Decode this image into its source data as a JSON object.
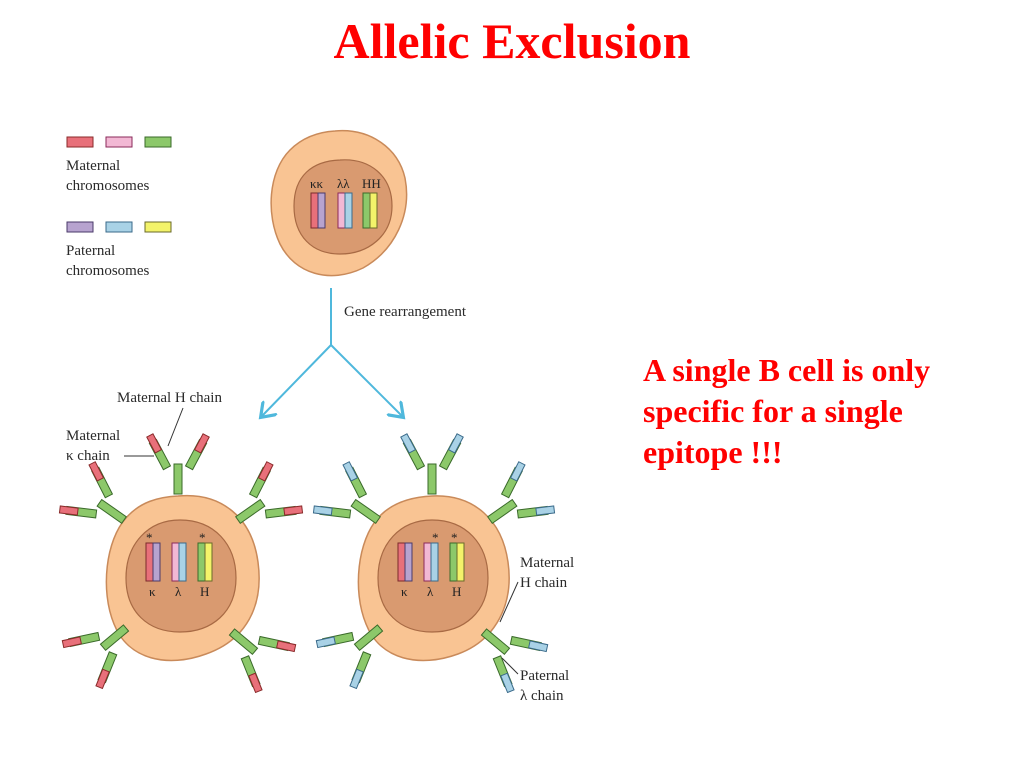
{
  "title": "Allelic Exclusion",
  "statement": {
    "line1": "A single B cell is only",
    "line2": "specific for a single",
    "line3": "epitope !!!"
  },
  "legend": {
    "maternal": "Maternal",
    "maternal_line2": "chromosomes",
    "paternal": "Paternal",
    "paternal_line2": "chromosomes"
  },
  "top_cell": {
    "labels": [
      "κκ",
      "λλ",
      "HH"
    ]
  },
  "process": "Gene rearrangement",
  "left_cell": {
    "chromosome_labels": [
      "κ",
      "λ",
      "H"
    ],
    "label_h_chain": "Maternal H chain",
    "label_k_chain_1": "Maternal",
    "label_k_chain_2": "κ chain"
  },
  "right_cell": {
    "chromosome_labels": [
      "κ",
      "λ",
      "H"
    ],
    "label_h_1": "Maternal",
    "label_h_2": "H chain",
    "label_l_1": "Paternal",
    "label_l_2": "λ chain"
  },
  "colors": {
    "title": "#ff0000",
    "maternal_kappa": "#e8707a",
    "maternal_lambda": "#f2b8d4",
    "maternal_heavy": "#8cc86a",
    "paternal_kappa": "#b7a3cf",
    "paternal_lambda": "#a9d2e6",
    "paternal_heavy": "#f3f36a",
    "cell_body": "#f9c493",
    "nucleus": "#d99a70",
    "arrow": "#4fb8dc"
  }
}
